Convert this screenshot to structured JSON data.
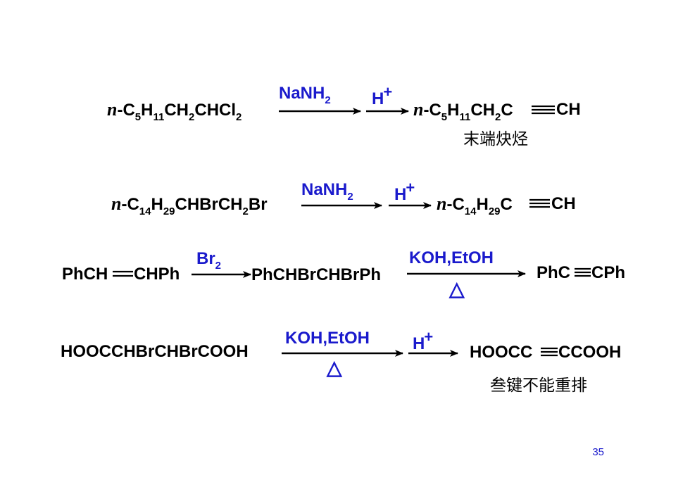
{
  "reactions": [
    {
      "reactant": {
        "prefix": "n",
        "p1": "-C",
        "s1": "5",
        "p2": "H",
        "s2": "11",
        "p3": "CH",
        "s3": "2",
        "p4": "CHCl",
        "s4": "2"
      },
      "reagent1": {
        "main": "NaNH",
        "sub": "2"
      },
      "reagent2": {
        "main": "H",
        "sup": "+"
      },
      "product": {
        "prefix": "n",
        "p1": "-C",
        "s1": "5",
        "p2": "H",
        "s2": "11",
        "p3": "CH",
        "s3": "2",
        "p4": "C",
        "p5": "CH"
      },
      "note": "末端炔烃"
    },
    {
      "reactant": {
        "prefix": "n",
        "p1": "-C",
        "s1": "14",
        "p2": "H",
        "s2": "29",
        "p3": "CHBrCH",
        "s3": "2",
        "p4": "Br"
      },
      "reagent1": {
        "main": "NaNH",
        "sub": "2"
      },
      "reagent2": {
        "main": "H",
        "sup": "+"
      },
      "product": {
        "prefix": "n",
        "p1": "-C",
        "s1": "14",
        "p2": "H",
        "s2": "29",
        "p3": "C",
        "p4": "CH"
      }
    },
    {
      "reactant": {
        "left": "PhCH",
        "right": "CHPh"
      },
      "reagent1": {
        "main": "Br",
        "sub": "2"
      },
      "intermediate": "PhCHBrCHBrPh",
      "reagent2": {
        "above": "KOH,EtOH",
        "below": "△"
      },
      "product": {
        "left": "PhC",
        "right": "CPh"
      }
    },
    {
      "reactant": "HOOCCHBrCHBrCOOH",
      "reagent1": {
        "above": "KOH,EtOH",
        "below": "△"
      },
      "reagent2": {
        "main": "H",
        "sup": "+"
      },
      "product": {
        "left": "HOOCC",
        "right": "CCOOH"
      },
      "note": "叁键不能重排"
    }
  ],
  "page_number": "35",
  "colors": {
    "reagent": "#1a1acc",
    "text": "#000000"
  }
}
